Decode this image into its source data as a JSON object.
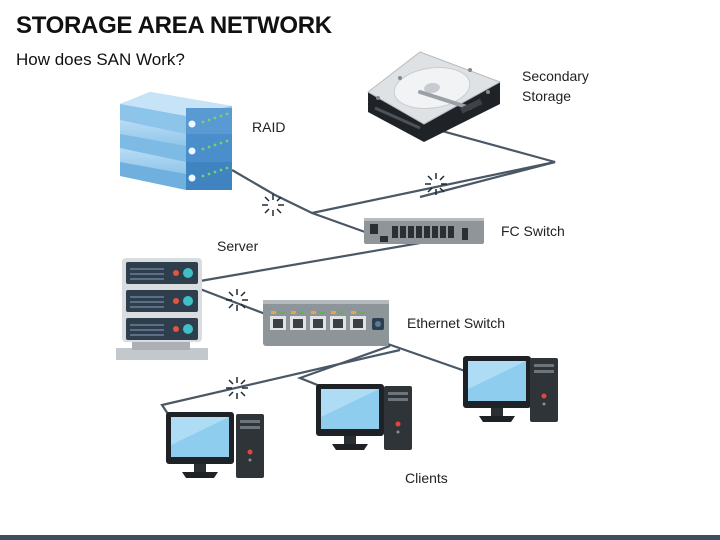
{
  "header": {
    "title": "STORAGE AREA NETWORK",
    "subtitle": "How does SAN Work?"
  },
  "labels": {
    "raid": "RAID",
    "secondary_storage_line1": "Secondary",
    "secondary_storage_line2": "Storage",
    "fc_switch": "FC Switch",
    "server": "Server",
    "ethernet_switch": "Ethernet Switch",
    "clients": "Clients"
  },
  "colors": {
    "cable": "#4a5866",
    "raid_blue": "#8fc6ea",
    "switch_gray": "#8f9599",
    "monitor_screen": "#8fcdef",
    "tower_dark": "#2f3438",
    "led_green": "#5ab552",
    "led_red": "#e2453c"
  }
}
